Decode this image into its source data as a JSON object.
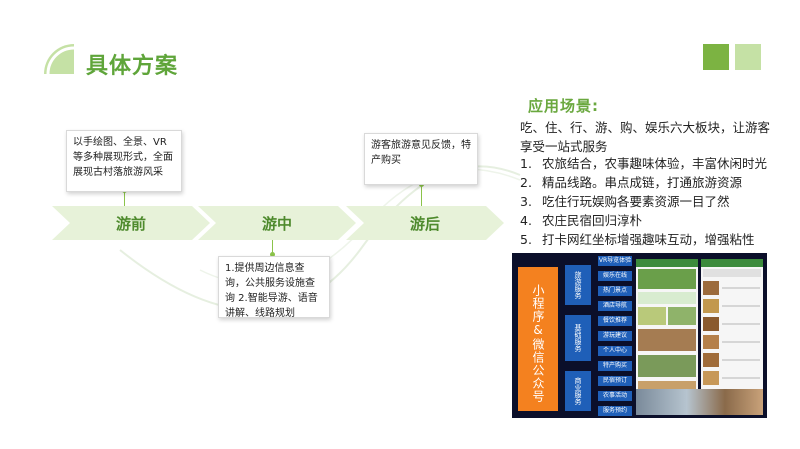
{
  "page": {
    "title": "具体方案"
  },
  "phases": [
    {
      "label": "游前"
    },
    {
      "label": "游中"
    },
    {
      "label": "游后"
    }
  ],
  "callouts": [
    {
      "text": "以手绘图、全景、VR等多种展现形式，全面展现古村落旅游风采"
    },
    {
      "text": "1.提供周边信息查询，公共服务设施查询 2.智能导游、语音讲解、线路规划"
    },
    {
      "text": "游客旅游意见反馈，特产购买"
    }
  ],
  "scenarios": {
    "title": "应用场景:",
    "intro": "吃、住、行、游、购、娱乐六大板块，让游客享受一站式服务",
    "items": [
      {
        "num": "1.",
        "text": "农旅结合，农事趣味体验，丰富休闲时光"
      },
      {
        "num": "2.",
        "text": "精品线路。串点成链，打通旅游资源"
      },
      {
        "num": "3.",
        "text": "吃住行玩娱购各要素资源一目了然"
      },
      {
        "num": "4.",
        "text": "农庄民宿回归淳朴"
      },
      {
        "num": "5.",
        "text": "打卡网红坐标增强趣味互动，增强粘性"
      }
    ]
  },
  "app_panel": {
    "main_label": "小程序&微信公众号",
    "categories": [
      "旅游服务",
      "基础服务",
      "商业服务"
    ],
    "menu": [
      "VR导览体验",
      "娱乐在线",
      "热门景点",
      "酒店导航",
      "餐饮推荐",
      "游玩建议",
      "个人中心",
      "特产购买",
      "民宿预订",
      "农事活动",
      "服务预约"
    ]
  },
  "colors": {
    "accent_green": "#5fa53a",
    "chevron_green": "#e7f2d9",
    "square_dark": "#7cb342",
    "square_light": "#c5e1a5",
    "app_orange": "#f4811f",
    "app_blue": "#1f5fb8",
    "app_bg": "#0b0f2a"
  }
}
